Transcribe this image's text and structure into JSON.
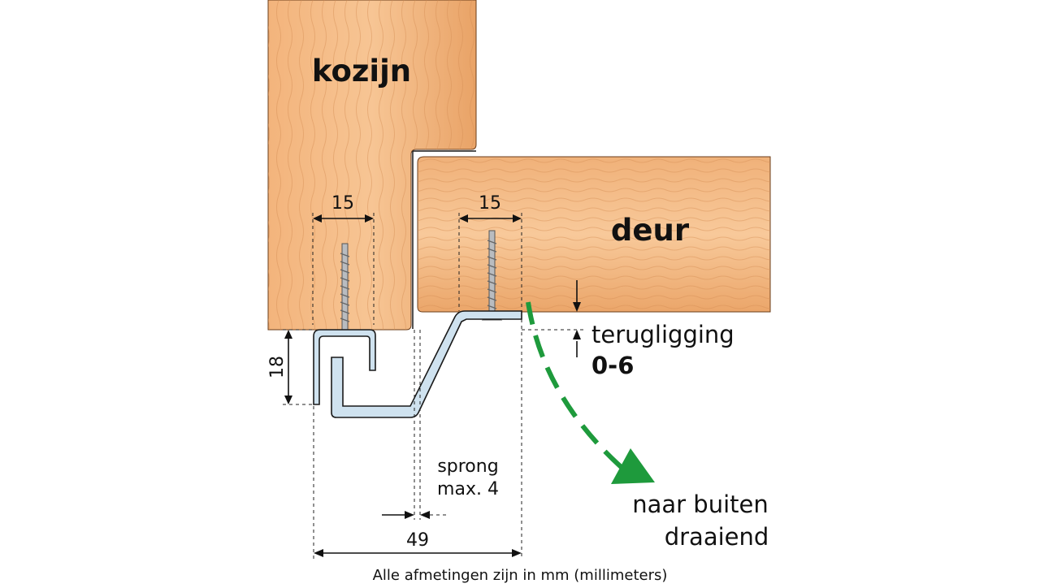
{
  "labels": {
    "frame": "kozijn",
    "door": "deur",
    "dim_frame_screw": "15",
    "dim_door_screw": "15",
    "dim_height": "18",
    "recess_title": "terugligging",
    "recess_value": "0-6",
    "offset_line1": "sprong",
    "offset_line2": "max. 4",
    "width_total": "49",
    "direction_line1": "naar buiten",
    "direction_line2": "draaiend",
    "units_note": "Alle afmetingen zijn in mm (millimeters)"
  },
  "colors": {
    "wood_light": "#f6c08e",
    "wood_mid": "#e9a367",
    "wood_dark": "#c9793f",
    "profile_fill": "#cfe2ef",
    "profile_stroke": "#1a1a1a",
    "screw": "#b9bcc0",
    "arrow_green": "#1e9a3c"
  },
  "icons": [
    "screw-icon",
    "swing-arrow-icon"
  ]
}
